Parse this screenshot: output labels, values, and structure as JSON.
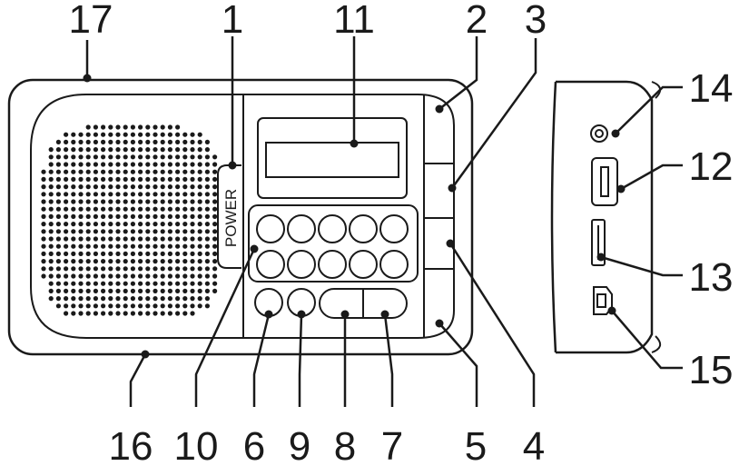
{
  "diagram": {
    "power_label": "POWER",
    "callouts": {
      "c1": "1",
      "c2": "2",
      "c3": "3",
      "c4": "4",
      "c5": "5",
      "c6": "6",
      "c7": "7",
      "c8": "8",
      "c9": "9",
      "c10": "10",
      "c11": "11",
      "c12": "12",
      "c13": "13",
      "c14": "14",
      "c15": "15",
      "c16": "16",
      "c17": "17"
    }
  }
}
